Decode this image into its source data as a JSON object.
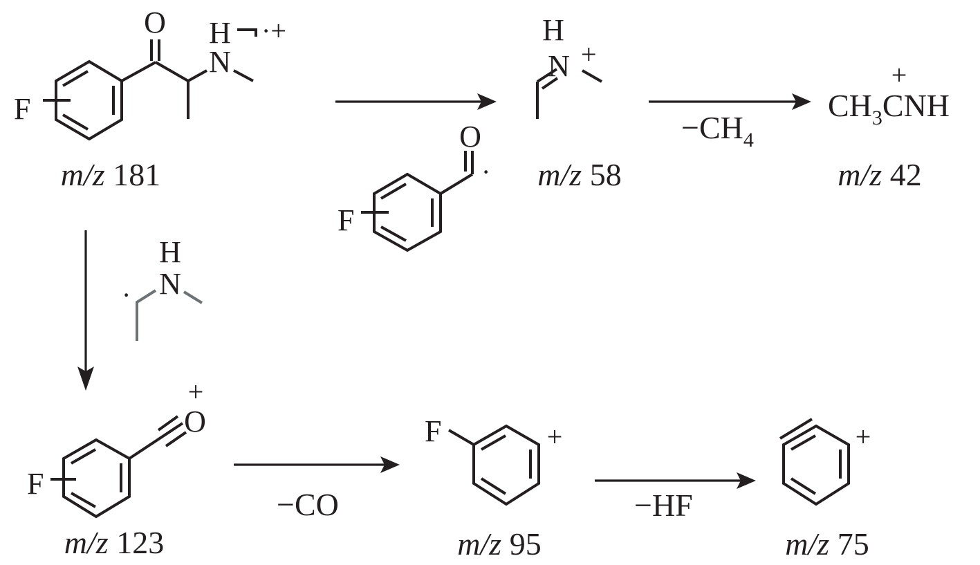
{
  "title": "Fragmentation pathway of fluoromethcathinone",
  "mz_prefix": "m/z",
  "molecules": {
    "parent": {
      "mz": "181",
      "F": "F",
      "O": "O",
      "N": "N",
      "H": "H",
      "radical_cation": "·+"
    },
    "iminium": {
      "mz": "58",
      "N": "N",
      "H": "H",
      "charge": "+"
    },
    "acetonitrilium": {
      "mz": "42",
      "formula_a": "CH",
      "formula_sub": "3",
      "formula_b": "CNH",
      "charge": "+"
    },
    "benzoyl_radical": {
      "F": "F",
      "O": "O",
      "dot": "·"
    },
    "amine_radical": {
      "N": "N",
      "H": "H",
      "dot": "·"
    },
    "fluorobenzoyl_cation": {
      "mz": "123",
      "F": "F",
      "O": "O",
      "charge": "+"
    },
    "fluorophenyl_cation": {
      "mz": "95",
      "F": "F",
      "charge": "+"
    },
    "benzyne_cation": {
      "mz": "75",
      "charge": "+"
    }
  },
  "arrows": {
    "loss_ch4": {
      "a": "−CH",
      "sub": "4"
    },
    "loss_co": "−CO",
    "loss_hf": "−HF"
  }
}
